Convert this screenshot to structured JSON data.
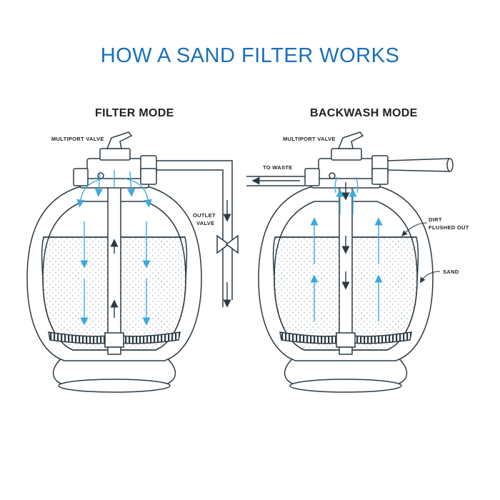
{
  "title": "HOW A SAND FILTER WORKS",
  "filter_mode": {
    "heading": "FILTER MODE",
    "multiport_label": "MULTIPORT VALVE",
    "outlet_label_1": "OUTLET",
    "outlet_label_2": "VALVE"
  },
  "backwash_mode": {
    "heading": "BACKWASH MODE",
    "multiport_label": "MULTIPORT VALVE",
    "waste_label": "TO WASTE",
    "dirt_label_1": "DIRT",
    "dirt_label_2": "FLUSHED OUT",
    "sand_label": "SAND"
  },
  "colors": {
    "title": "#1a6fb8",
    "flow_arrow": "#3fa9dc",
    "outline": "#2b3a44",
    "sand_fill": "#ffffff"
  }
}
